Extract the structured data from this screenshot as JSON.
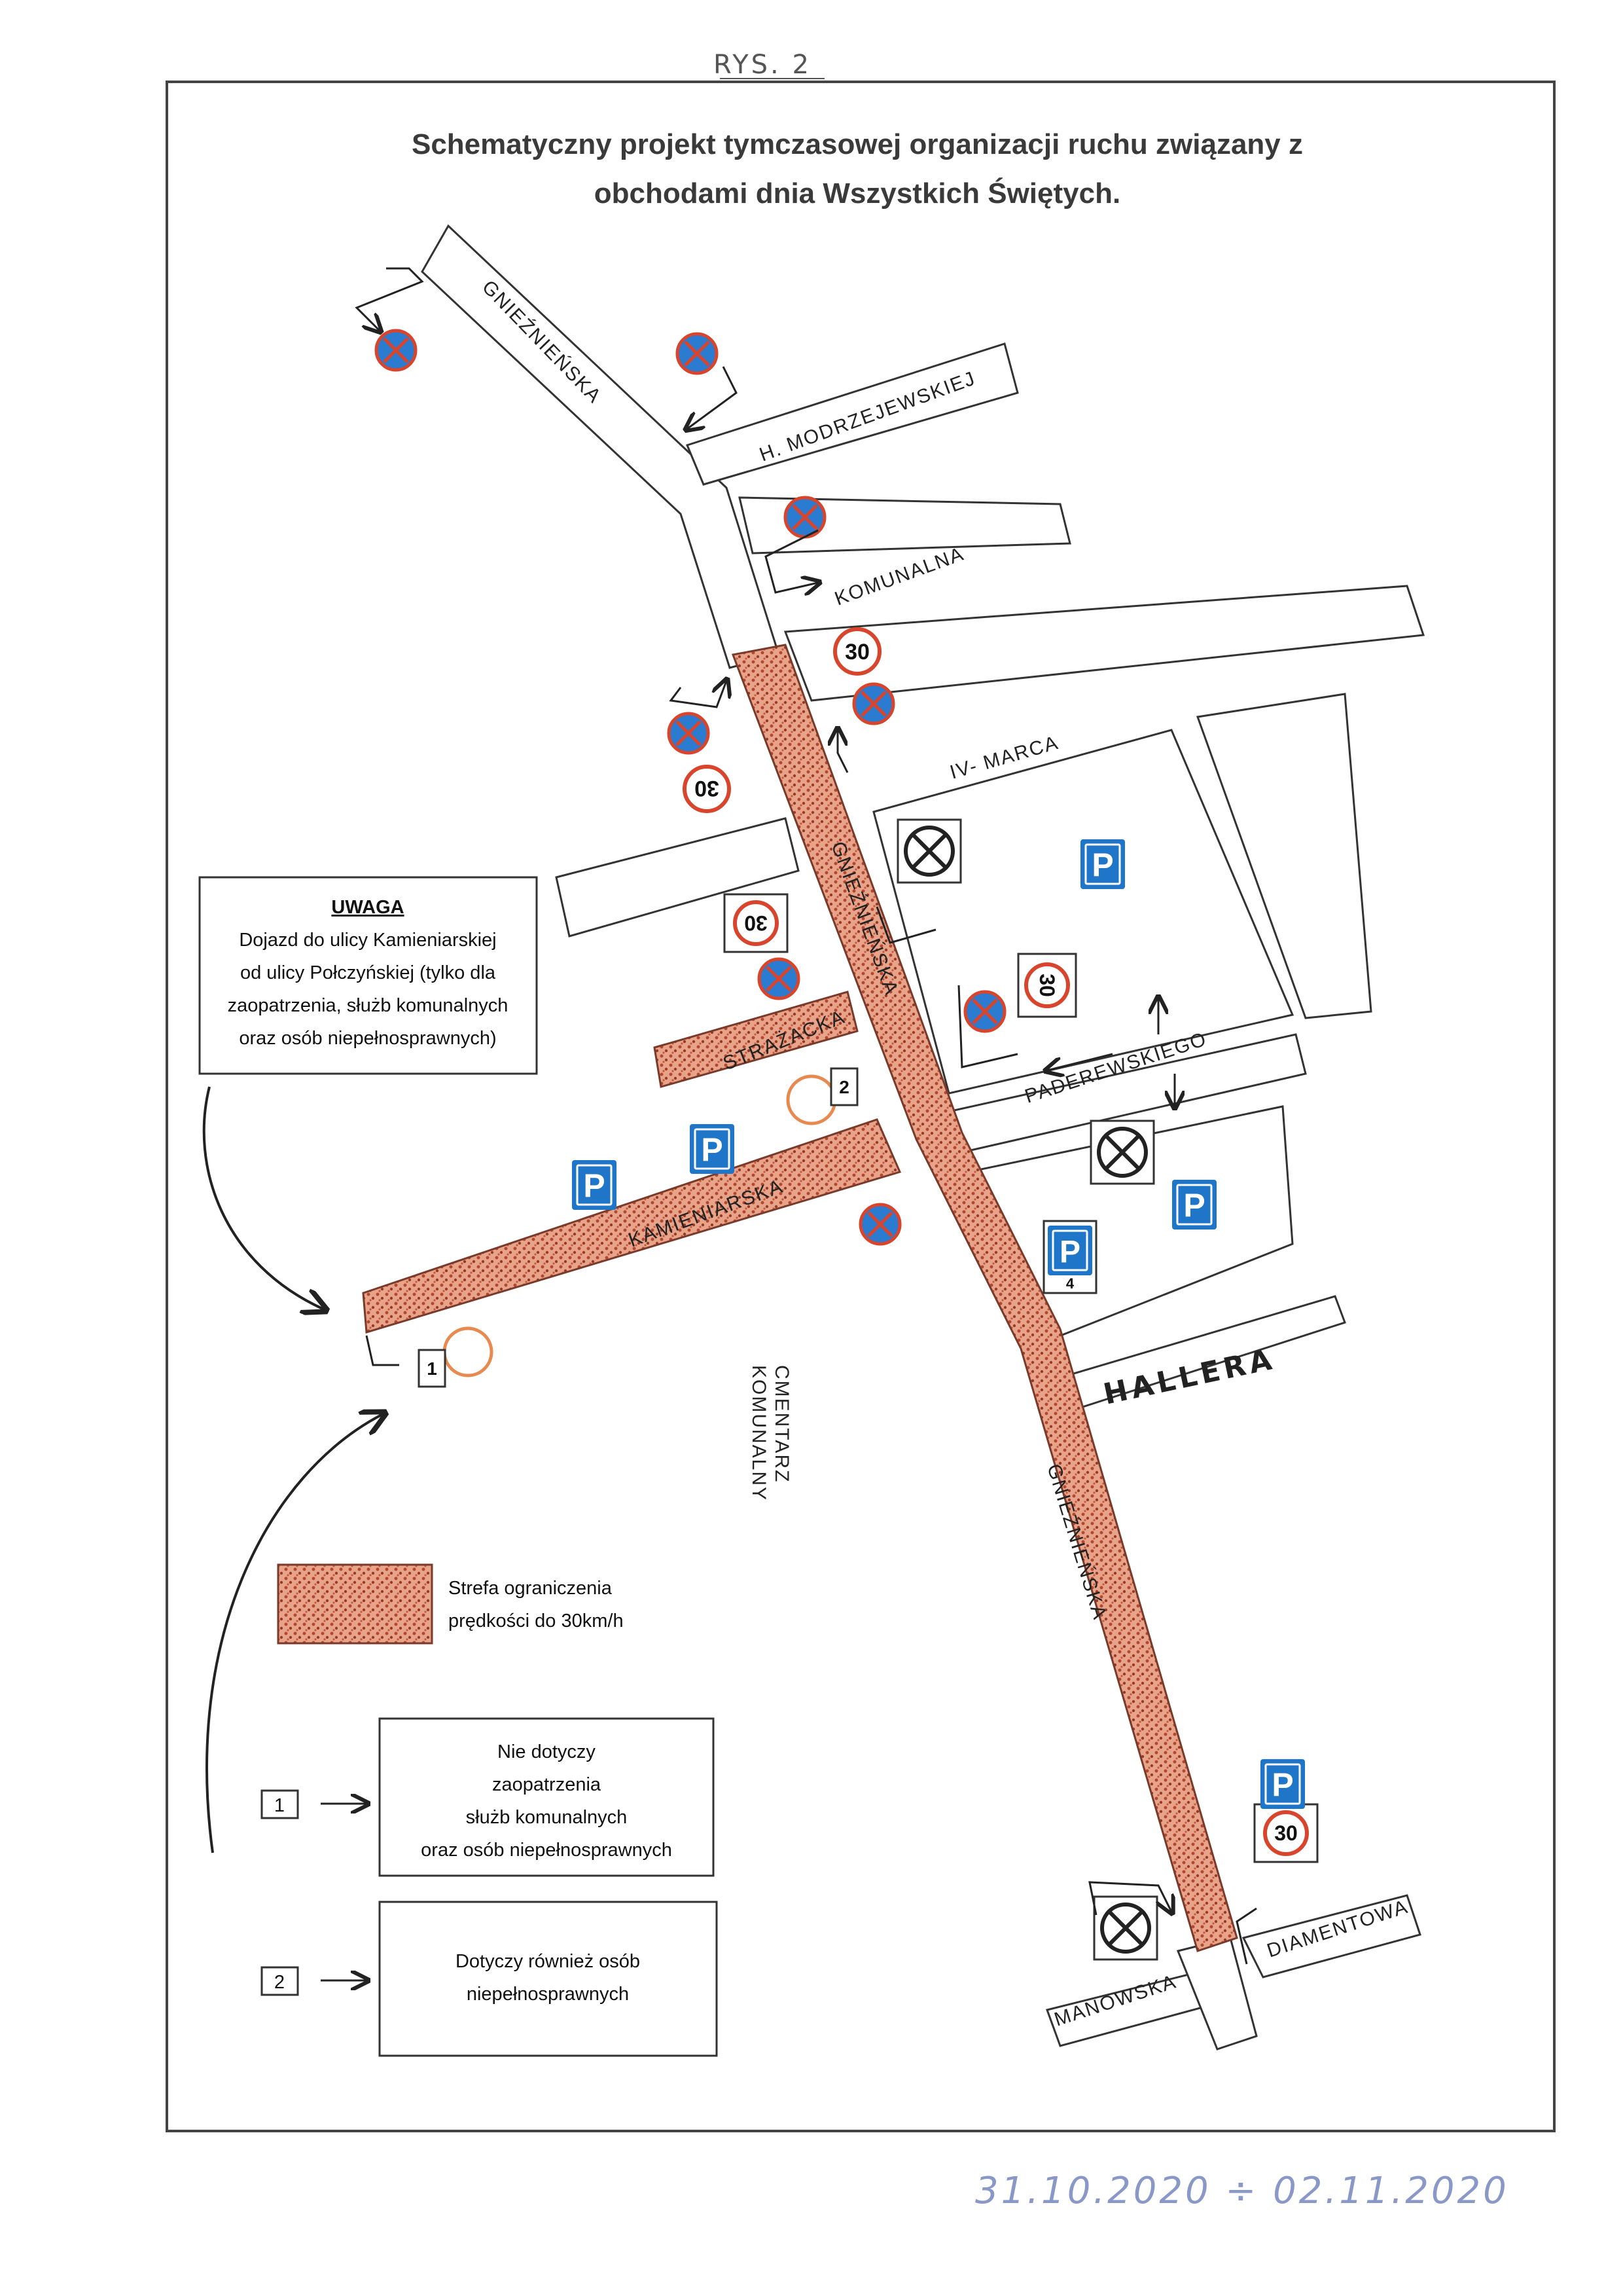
{
  "header_mark": "RYS. 2",
  "title": {
    "line1": "Schematyczny projekt  tymczasowej organizacji ruchu związany z",
    "line2": "obchodami dnia Wszystkich Świętych."
  },
  "streets": {
    "gniezninska_north": "GNIEŹNIEŃSKA",
    "modrzejewskiej": "H. MODRZEJEWSKIEJ",
    "komunalna": "KOMUNALNA",
    "iv_marca": "IV- MARCA",
    "gniezninska_mid": "GNIEŹNIEŃSKA",
    "strazacka": "STRAŻACKA",
    "paderewskiego": "PADEREWSKIEGO",
    "kamieniarska": "KAMIENIARSKA",
    "hallera": "HALLERA",
    "gniezninska_south": "GNIEŹNIEŃSKA",
    "manowska": "MANOWSKA",
    "diamentowa": "DIAMENTOWA"
  },
  "cemetery": {
    "line1": "CMENTARZ",
    "line2": "KOMUNALNY"
  },
  "uwaga": {
    "heading": "UWAGA",
    "lines": [
      "Dojazd do ulicy Kamieniarskiej",
      "od ulicy Połczyńskiej (tylko dla",
      "zaopatrzenia, służb komunalnych",
      "oraz osób niepełnosprawnych)"
    ]
  },
  "legend": {
    "zone_lines": [
      "Strefa ograniczenia",
      "prędkości do 30km/h"
    ],
    "plate1_num": "1",
    "plate1_lines": [
      "Nie dotyczy",
      "zaopatrzenia",
      "służb komunalnych",
      "oraz osób niepełnosprawnych"
    ],
    "plate2_num": "2",
    "plate2_lines": [
      "Dotyczy również osób",
      "niepełnosprawnych"
    ]
  },
  "signs": {
    "speed": "30",
    "parking": "P",
    "plate_1": "1",
    "plate_2": "2",
    "plate_4": "4"
  },
  "date_handwritten": "31.10.2020 ÷ 02.11.2020",
  "colors": {
    "sign_blue": "#2b7bd0",
    "sign_red": "#d8452c",
    "parking_blue": "#1f76c8",
    "zone_fill": "#c8644a",
    "frame": "#444444"
  }
}
